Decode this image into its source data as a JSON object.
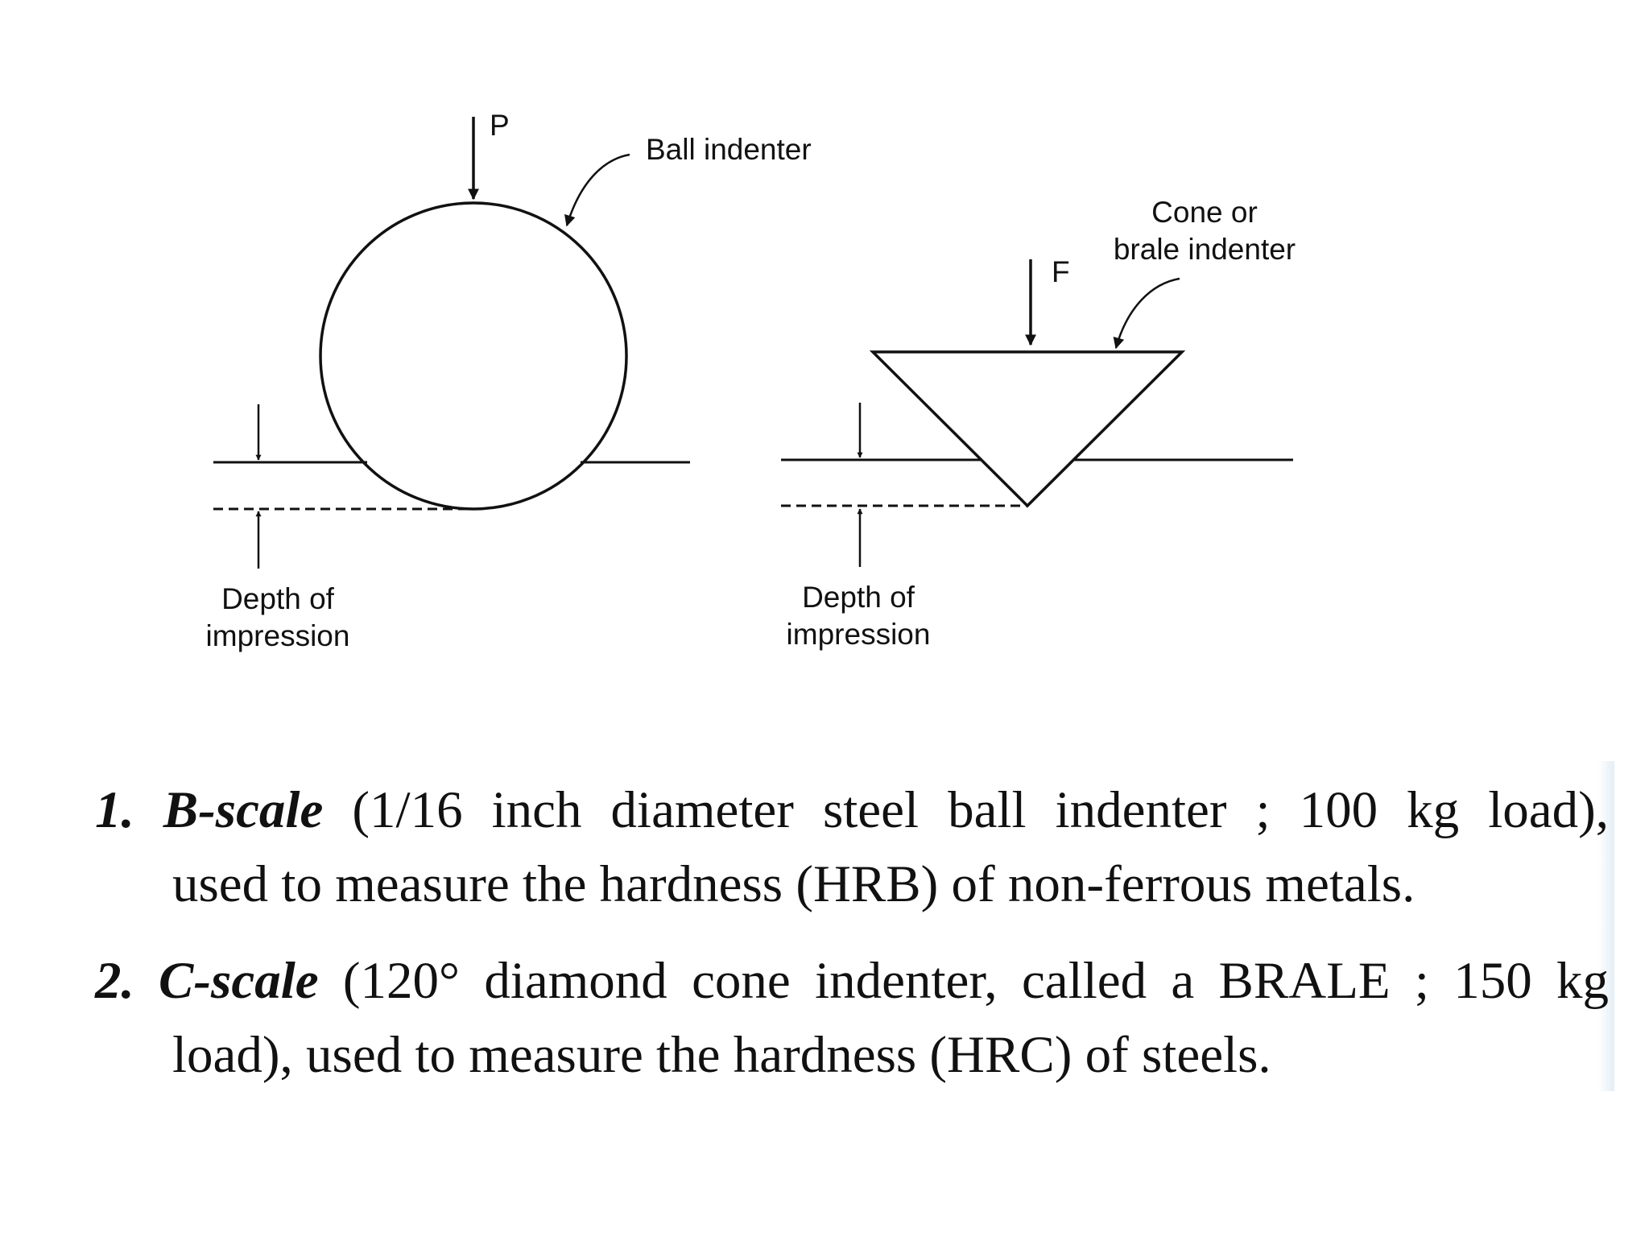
{
  "diagram": {
    "ball": {
      "load_label": "P",
      "indenter_label": "Ball indenter",
      "depth_label_line1": "Depth of",
      "depth_label_line2": "impression"
    },
    "cone": {
      "load_label": "F",
      "indenter_label_line1": "Cone or",
      "indenter_label_line2": "brale indenter",
      "depth_label_line1": "Depth of",
      "depth_label_line2": "impression"
    }
  },
  "items": [
    {
      "number": "1.",
      "term": "B-scale",
      "line1_rest": "(1/16 inch diameter steel ball indenter ; 100 kg load),",
      "line2": "used to measure the hardness (HRB) of non-ferrous metals."
    },
    {
      "number": "2.",
      "term": "C-scale",
      "line1_rest": "(120° diamond cone indenter, called a BRALE ; 150 kg",
      "line2": "load), used to measure the hardness (HRC) of steels."
    }
  ]
}
